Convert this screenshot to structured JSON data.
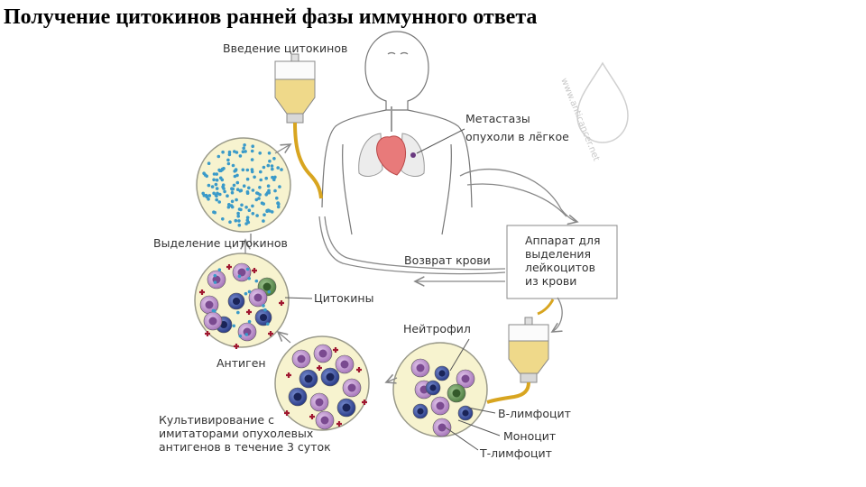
{
  "title": "Получение цитокинов ранней фазы иммунного ответа",
  "watermark": "www.anticancer.net",
  "labels": {
    "infusion": "Введение цитокинов",
    "metastases_1": "Метастазы",
    "metastases_2": "опухоли в лёгкое",
    "cytokine_release": "Выделение цитокинов",
    "blood_return": "Возврат крови",
    "apparatus": [
      "Аппарат для",
      "выделения",
      "лейкоцитов",
      "из крови"
    ],
    "cytokines": "Цитокины",
    "neutrophil": "Нейтрофил",
    "antigen": "Антиген",
    "cultivation": [
      "Культивирование с",
      "имитаторами опухолевых",
      "антигенов в течение 3 суток"
    ],
    "b_lymphocyte": "В-лимфоцит",
    "monocyte": "Моноцит",
    "t_lymphocyte": "Т-лимфоцит"
  },
  "colors": {
    "dish_fill": "#f7f3cf",
    "dish_stroke": "#9a9a8a",
    "bag_fluid": "#efd98a",
    "tube": "#d8a520",
    "cytokine_dot": "#3a9ac9",
    "cell_purple": "#b888c8",
    "cell_blue": "#3850a0",
    "cell_green": "#6a9a5a",
    "antigen_red": "#a01830",
    "heart": "#e87a7a",
    "arrow": "#888888"
  }
}
